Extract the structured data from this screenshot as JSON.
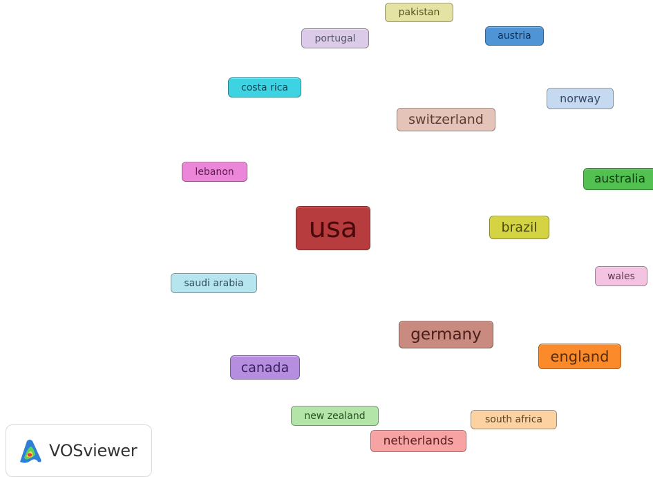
{
  "nodes": [
    {
      "id": "pakistan",
      "label": "pakistan",
      "color": "#e4e3a3",
      "text_color": "#555522"
    },
    {
      "id": "portugal",
      "label": "portugal",
      "color": "#dccbe8",
      "text_color": "#555566"
    },
    {
      "id": "austria",
      "label": "austria",
      "color": "#4f95d6",
      "text_color": "#0f2f55"
    },
    {
      "id": "costa-rica",
      "label": "costa rica",
      "color": "#3dd3e3",
      "text_color": "#0f4a55"
    },
    {
      "id": "norway",
      "label": "norway",
      "color": "#c5d9f1",
      "text_color": "#3a4a66"
    },
    {
      "id": "switzerland",
      "label": "switzerland",
      "color": "#e4c3b8",
      "text_color": "#5a3a33"
    },
    {
      "id": "lebanon",
      "label": "lebanon",
      "color": "#ec86d8",
      "text_color": "#5a1a4f"
    },
    {
      "id": "australia",
      "label": "australia",
      "color": "#52c151",
      "text_color": "#103d10"
    },
    {
      "id": "usa",
      "label": "usa",
      "color": "#b73c3e",
      "text_color": "#4a0a0c"
    },
    {
      "id": "brazil",
      "label": "brazil",
      "color": "#d3d344",
      "text_color": "#4a4a10"
    },
    {
      "id": "wales",
      "label": "wales",
      "color": "#f4c3e2",
      "text_color": "#5a3a4f"
    },
    {
      "id": "saudi-arabia",
      "label": "saudi arabia",
      "color": "#b7e5ef",
      "text_color": "#2f4f5a"
    },
    {
      "id": "germany",
      "label": "germany",
      "color": "#c98a80",
      "text_color": "#4a1f1a"
    },
    {
      "id": "england",
      "label": "england",
      "color": "#fb8b2a",
      "text_color": "#5a2a05"
    },
    {
      "id": "canada",
      "label": "canada",
      "color": "#b68ee0",
      "text_color": "#3a1f5a"
    },
    {
      "id": "new-zealand",
      "label": "new zealand",
      "color": "#b2e5a7",
      "text_color": "#2a4f22"
    },
    {
      "id": "south-africa",
      "label": "south africa",
      "color": "#fcd2a3",
      "text_color": "#5a3f1f"
    },
    {
      "id": "netherlands",
      "label": "netherlands",
      "color": "#f7a3a3",
      "text_color": "#5a1f1f"
    }
  ],
  "badge": {
    "text": "VOSviewer"
  }
}
